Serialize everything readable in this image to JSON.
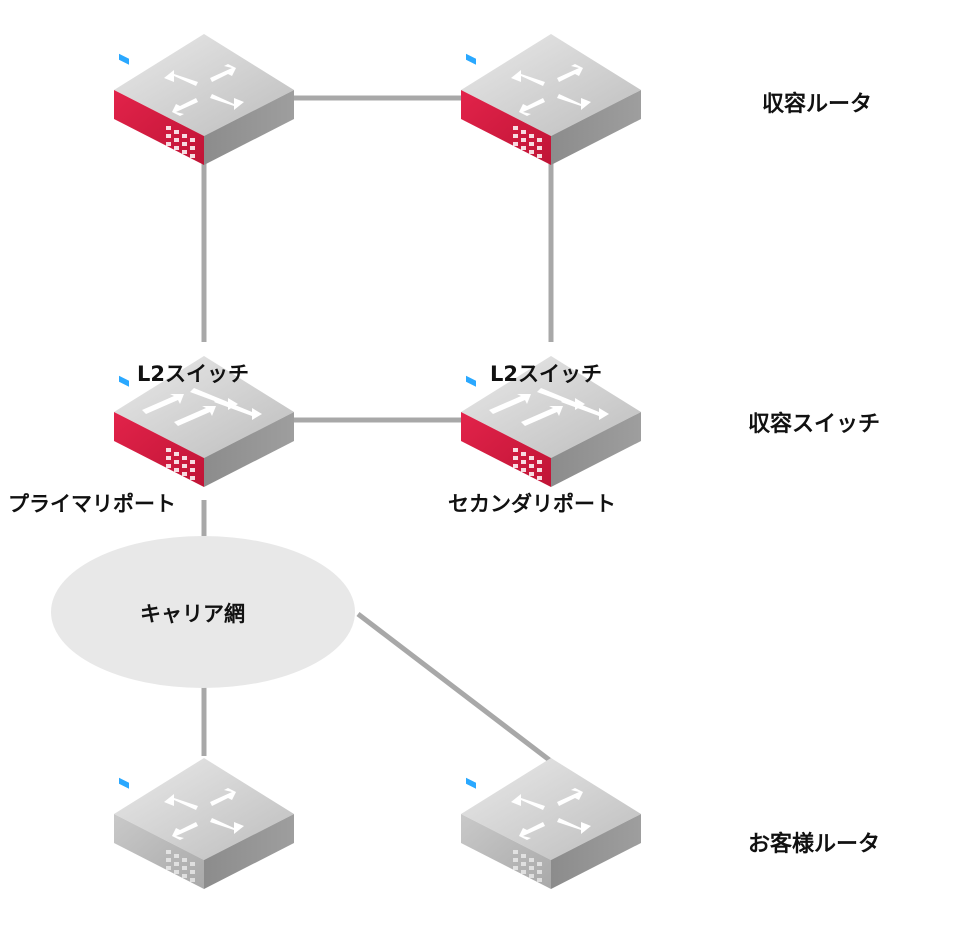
{
  "tiers": {
    "aggregation_router": "収容ルータ",
    "aggregation_switch": "収容スイッチ",
    "customer_router": "お客様ルータ"
  },
  "switch_labels": {
    "left": "L2スイッチ",
    "right": "L2スイッチ"
  },
  "port_labels": {
    "primary": "プライマリポート",
    "secondary": "セカンダリポート"
  },
  "cloud": {
    "label": "キャリア網"
  },
  "colors": {
    "accent_red": "#d8173f",
    "device_top": "#d2d2d2",
    "link": "#a8a8a8",
    "cloud": "#e8e8e8"
  },
  "icons": {
    "router": "router-icon",
    "switch": "switch-icon"
  }
}
